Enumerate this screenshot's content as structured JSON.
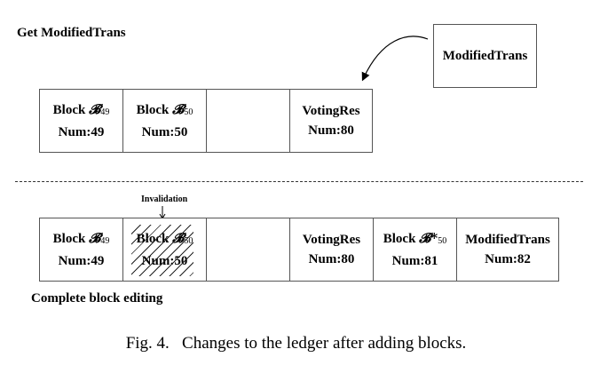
{
  "top_title": "Get ModifiedTrans",
  "bottom_title": "Complete block editing",
  "modified_trans_box": "ModifiedTrans",
  "invalidation_label": "Invalidation",
  "caption": {
    "fig": "Fig. 4.",
    "text": "Changes to the ledger after adding blocks."
  },
  "top_chain": {
    "b49": {
      "name": "Block",
      "symbol": "𝓑",
      "sub": "49",
      "num": "Num:49"
    },
    "b50": {
      "name": "Block",
      "symbol": "𝓑",
      "sub": "50",
      "num": "Num:50"
    },
    "voting": {
      "name": "VotingRes",
      "num": "Num:80"
    }
  },
  "bottom_chain": {
    "b49": {
      "name": "Block",
      "symbol": "𝓑",
      "sub": "49",
      "num": "Num:49"
    },
    "b50": {
      "name": "Block",
      "symbol": "𝓑",
      "sub": "50",
      "num": "Num:50"
    },
    "voting": {
      "name": "VotingRes",
      "num": "Num:80"
    },
    "bstar": {
      "name": "Block",
      "symbol": "𝓑*",
      "sub": "50",
      "num": "Num:81"
    },
    "mod": {
      "name": "ModifiedTrans",
      "num": "Num:82"
    }
  }
}
